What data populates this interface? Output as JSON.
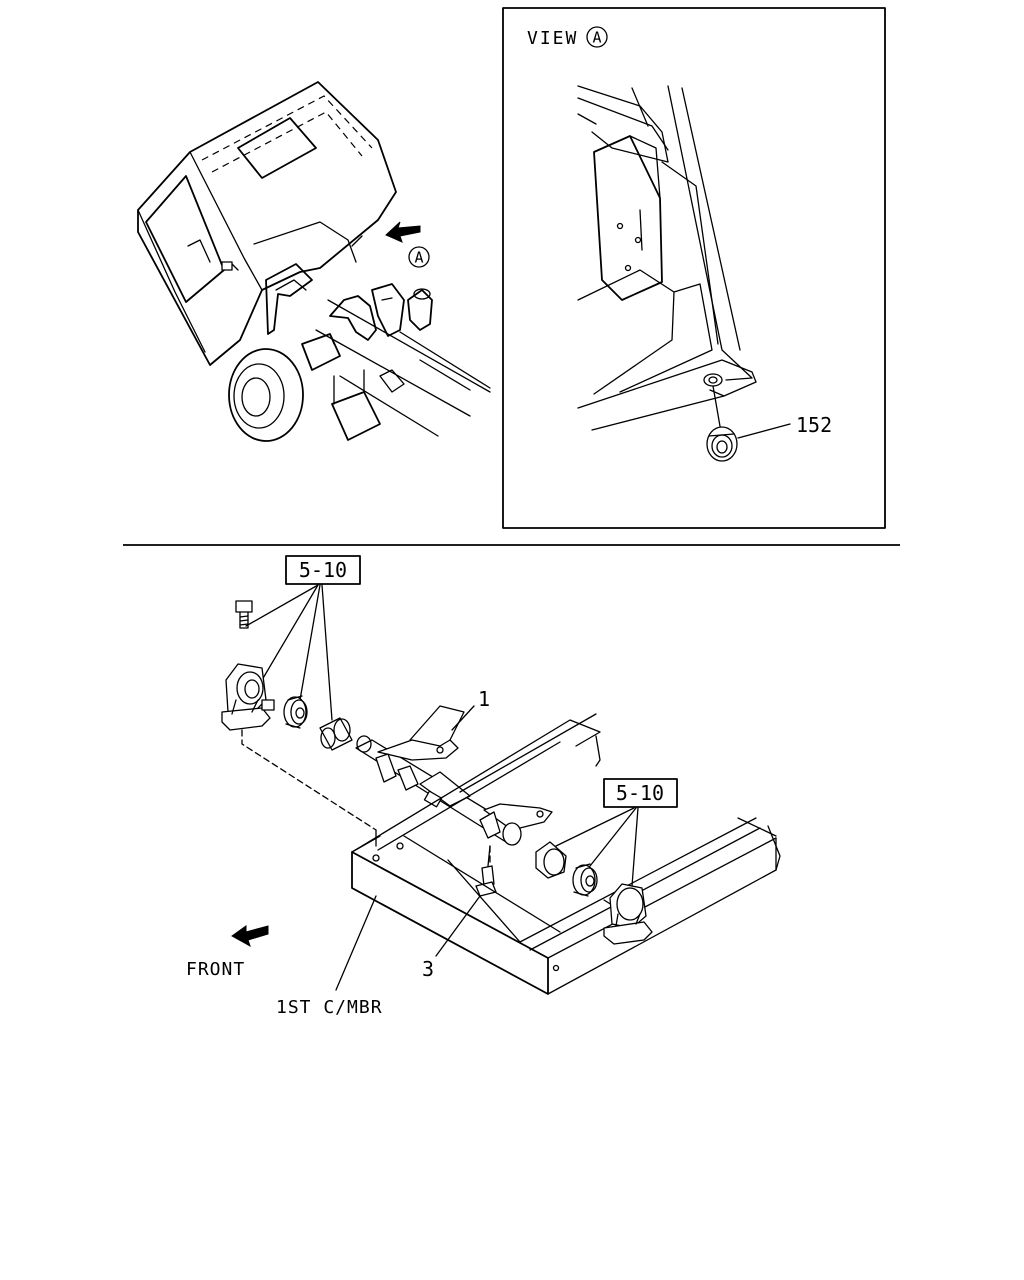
{
  "view_panel": {
    "title_prefix": "VIEW",
    "title_marker": "A"
  },
  "cab_view": {
    "view_marker": "A"
  },
  "callouts": {
    "part_152": "152",
    "part_1": "1",
    "part_3": "3",
    "ref_left": "5-10",
    "ref_right": "5-10"
  },
  "labels": {
    "front": "FRONT",
    "crossmember": "1ST C/MBR"
  },
  "icons": {
    "view_arrow": "view-direction-arrow-icon",
    "front_arrow": "front-arrow-icon"
  }
}
